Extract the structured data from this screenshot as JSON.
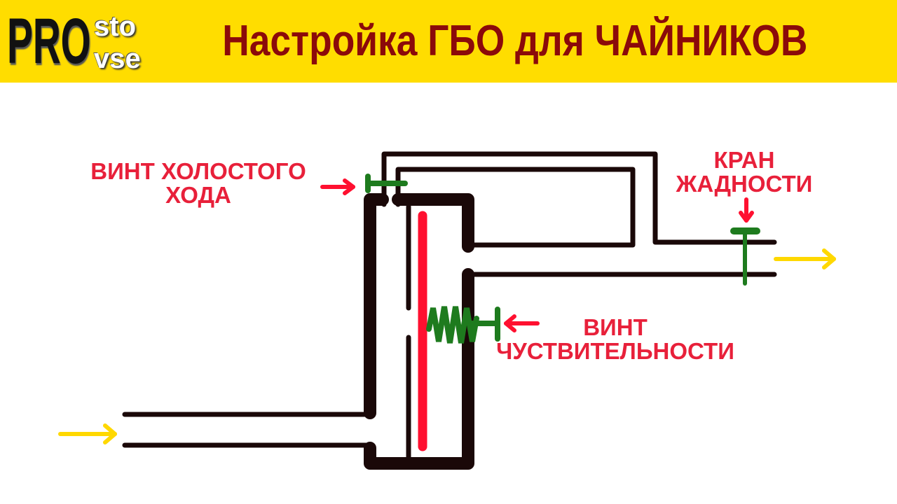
{
  "header": {
    "logo": {
      "pro": "PRO",
      "sto": "sto",
      "vse": "vse"
    },
    "title": "Настройка ГБО для ЧАЙНИКОВ"
  },
  "labels": {
    "idle_screw": [
      "ВИНТ ХОЛОСТОГО",
      "ХОДА"
    ],
    "greed_valve": [
      "КРАН",
      "ЖАДНОСТИ"
    ],
    "sensitivity_screw": [
      "ВИНТ",
      "ЧУСТВИТЕЛЬНОСТИ"
    ]
  },
  "colors": {
    "header_bg": "#FFDD00",
    "title": "#8B0A0A",
    "label": "#E8203A",
    "line": "#1a0808",
    "screw": "#1E7B1E",
    "diaphragm": "#FF1030",
    "flow_arrow": "#FFD800"
  }
}
